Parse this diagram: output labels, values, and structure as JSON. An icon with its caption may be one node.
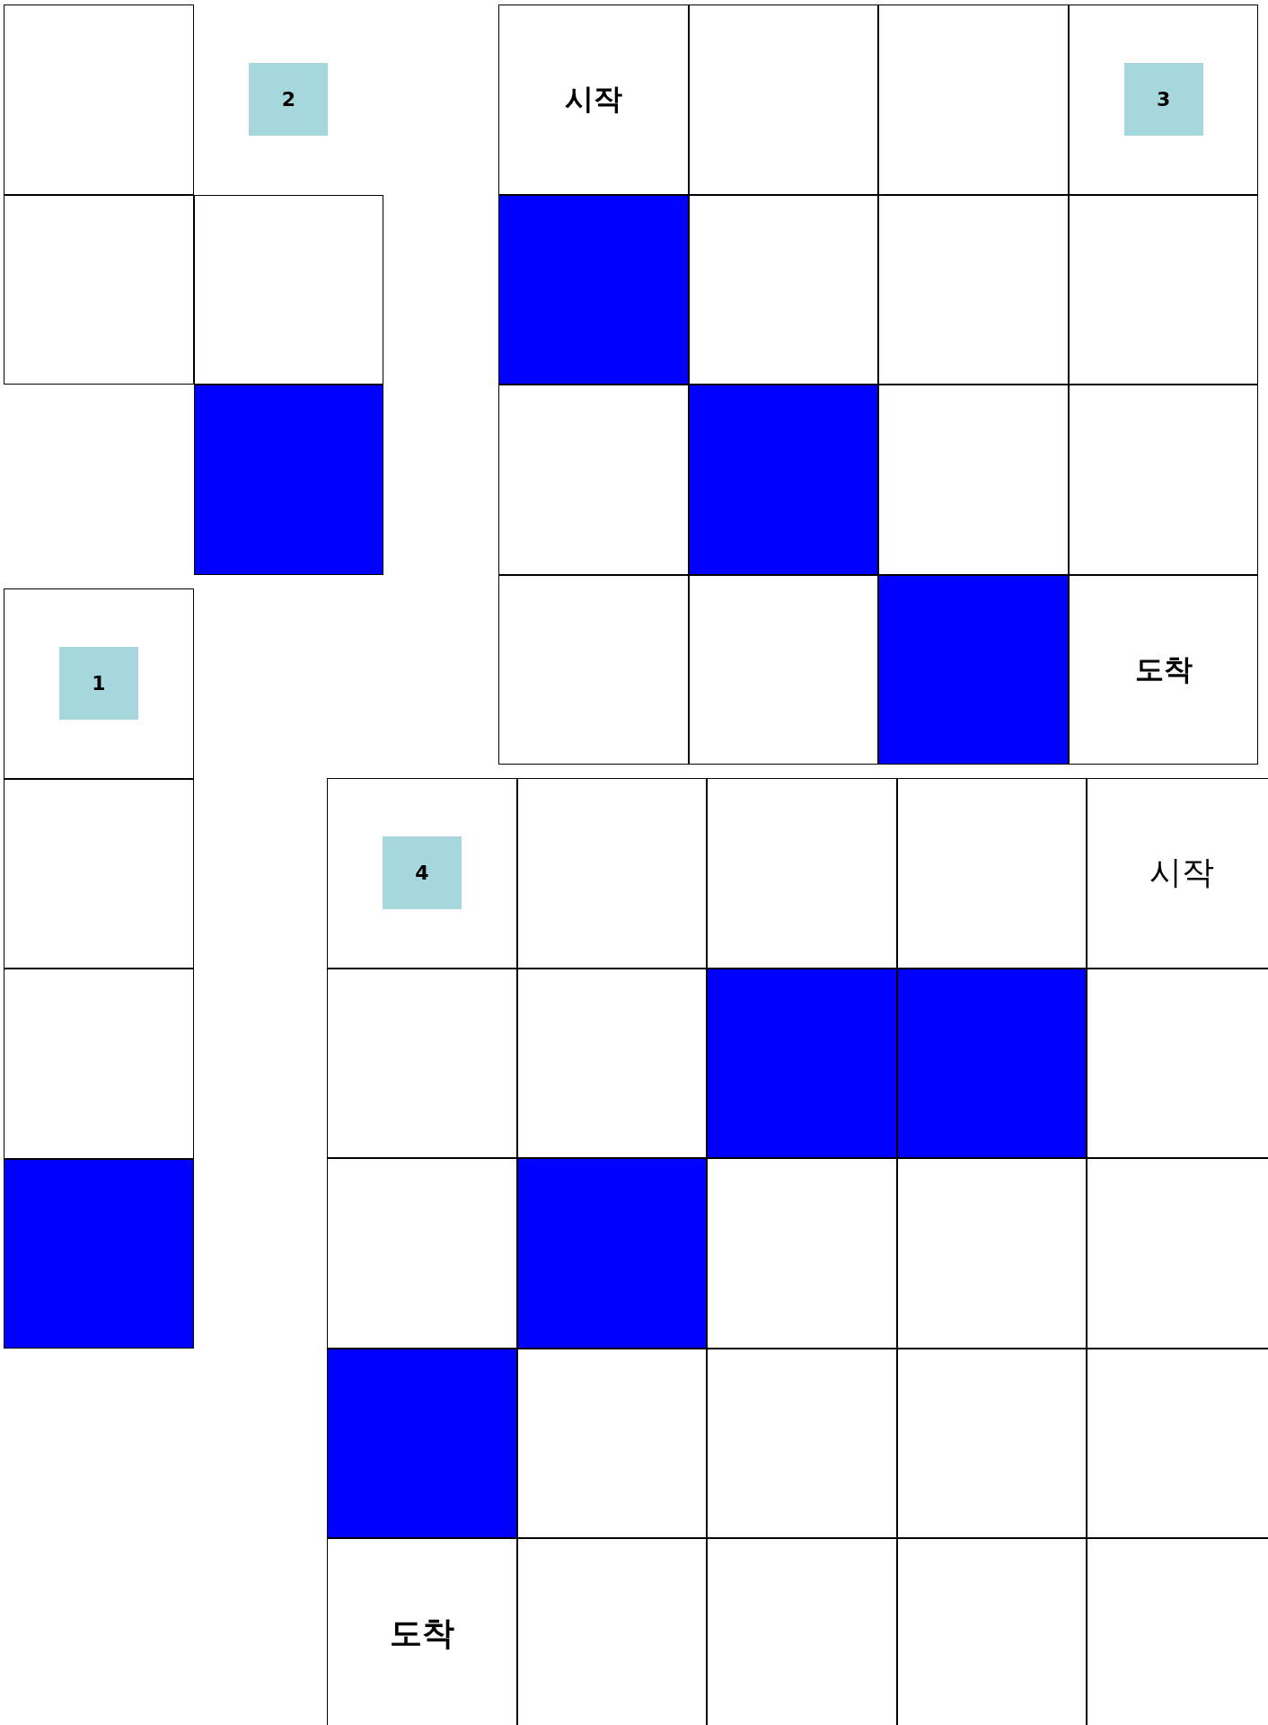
{
  "diagram": {
    "nodes": [
      {
        "text": [],
        "shape": "box"
      },
      {
        "text": [
          "2"
        ]
      },
      {
        "text": [],
        "shape": "box"
      },
      {
        "text": [],
        "shape": "box"
      },
      {
        "text": [],
        "shape": "box"
      },
      {
        "text": [
          "시작"
        ]
      },
      {
        "text": [],
        "shape": "box"
      },
      {
        "text": [],
        "shape": "box"
      },
      {
        "text": [],
        "shape": "box"
      },
      {
        "text": [
          "3"
        ],
        "in": 8
      },
      {
        "text": [],
        "shape": "box"
      },
      {
        "text": [],
        "shape": "box"
      },
      {
        "text": [],
        "shape": "box"
      },
      {
        "text": [],
        "shape": "box"
      },
      {
        "text": [],
        "shape": "box"
      },
      {
        "text": [],
        "shape": "box"
      },
      {
        "text": [],
        "shape": "box"
      },
      {
        "text": [],
        "shape": "box"
      },
      {
        "text": [],
        "shape": "box"
      },
      {
        "text": [],
        "shape": "box"
      },
      {
        "text": [],
        "shape": "box"
      },
      {
        "text": [
          "도착"
        ]
      },
      {
        "text": [],
        "shape": "box"
      },
      {
        "text": [
          "1"
        ],
        "in": 22
      },
      {
        "text": [],
        "shape": "box"
      },
      {
        "text": [],
        "shape": "box"
      },
      {
        "text": [],
        "shape": "box"
      },
      {
        "text": [],
        "shape": "box"
      },
      {
        "text": [
          "4"
        ],
        "in": 27
      },
      {
        "text": [],
        "shape": "box"
      },
      {
        "text": [],
        "shape": "box"
      },
      {
        "text": [],
        "shape": "box"
      },
      {
        "text": [
          "시작"
        ]
      },
      {
        "text": [],
        "shape": "box"
      },
      {
        "text": [],
        "shape": "box"
      },
      {
        "text": [],
        "shape": "box"
      },
      {
        "text": [],
        "shape": "box"
      },
      {
        "text": [],
        "shape": "box"
      },
      {
        "text": [],
        "shape": "box"
      },
      {
        "text": [],
        "shape": "box"
      },
      {
        "text": [],
        "shape": "box"
      },
      {
        "text": [],
        "shape": "box"
      },
      {
        "text": [],
        "shape": "box"
      },
      {
        "text": [],
        "shape": "box"
      },
      {
        "text": [],
        "shape": "box"
      },
      {
        "text": [],
        "shape": "box"
      },
      {
        "text": [],
        "shape": "box"
      },
      {
        "text": [],
        "shape": "box"
      },
      {
        "text": [
          "도착"
        ]
      },
      {
        "text": [],
        "shape": "box"
      },
      {
        "text": [],
        "shape": "box"
      },
      {
        "text": [],
        "shape": "box"
      },
      {
        "text": [],
        "shape": "box"
      }
    ]
  }
}
